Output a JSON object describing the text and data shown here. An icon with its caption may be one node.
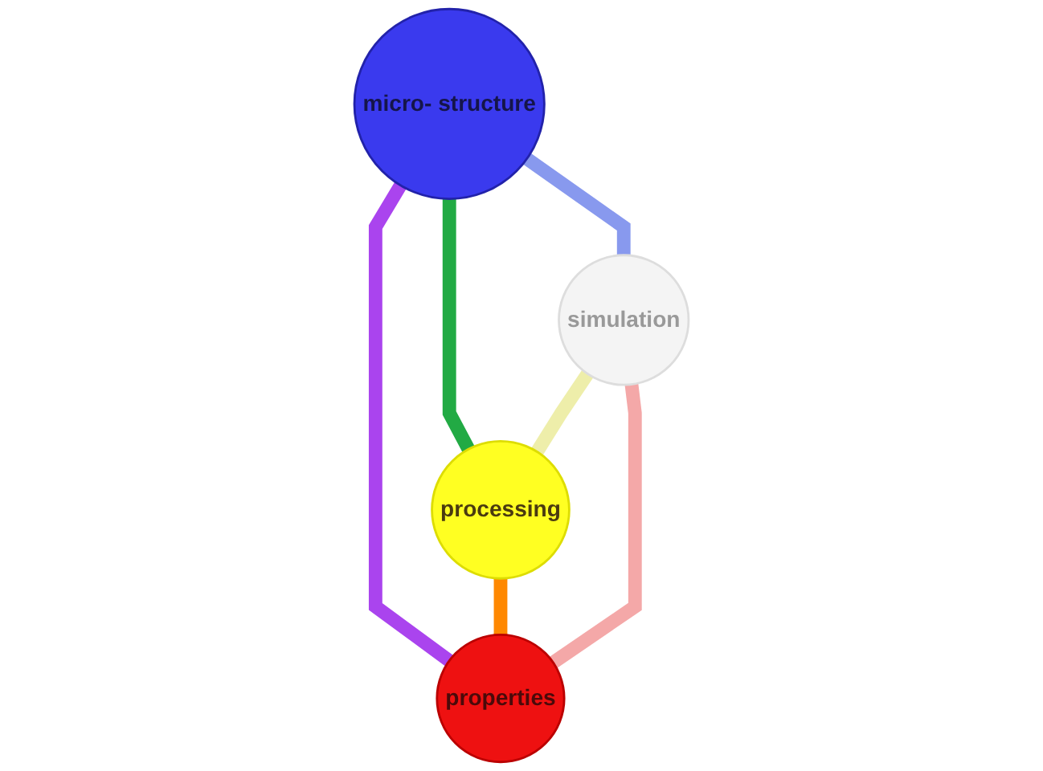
{
  "diagram": {
    "nodes": [
      {
        "text": [
          "micro- structure"
        ]
      },
      {
        "text": [
          "simulation"
        ]
      },
      {
        "text": [
          "processing"
        ]
      },
      {
        "text": [
          "properties"
        ]
      }
    ],
    "edges": [
      {
        "from": 0,
        "to": 2,
        "arrow": "none",
        "color": "#22aa44"
      },
      {
        "from": 0,
        "to": 3,
        "arrow": "none",
        "color": "#aa44ee"
      },
      {
        "from": 2,
        "to": 3,
        "arrow": "none",
        "color": "#ff8800"
      },
      {
        "from": 0,
        "to": 1,
        "arrow": "none",
        "color": "#8899ee"
      },
      {
        "from": 1,
        "to": 2,
        "arrow": "none",
        "color": "#eeeeaa"
      },
      {
        "from": 1,
        "to": 3,
        "arrow": "none",
        "color": "#f4a8a8"
      }
    ]
  }
}
